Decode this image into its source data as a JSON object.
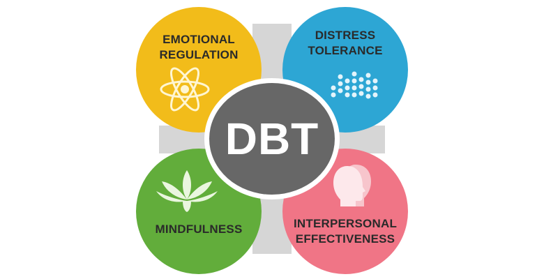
{
  "center": {
    "label": "DBT",
    "color": "#676767"
  },
  "connector_color": "#d6d6d6",
  "quadrants": [
    {
      "id": "emotional-regulation",
      "line1": "EMOTIONAL",
      "line2": "REGULATION",
      "color": "#f2bc1a",
      "icon": "atom-icon"
    },
    {
      "id": "distress-tolerance",
      "line1": "DISTRESS",
      "line2": "TOLERANCE",
      "color": "#2da6d4",
      "icon": "waveform-icon"
    },
    {
      "id": "mindfulness",
      "line1": "MINDFULNESS",
      "line2": "",
      "color": "#62ad3b",
      "icon": "lotus-icon"
    },
    {
      "id": "interpersonal-effectiveness",
      "line1": "INTERPERSONAL",
      "line2": "EFFECTIVENESS",
      "color": "#f07586",
      "icon": "two-faces-icon"
    }
  ]
}
